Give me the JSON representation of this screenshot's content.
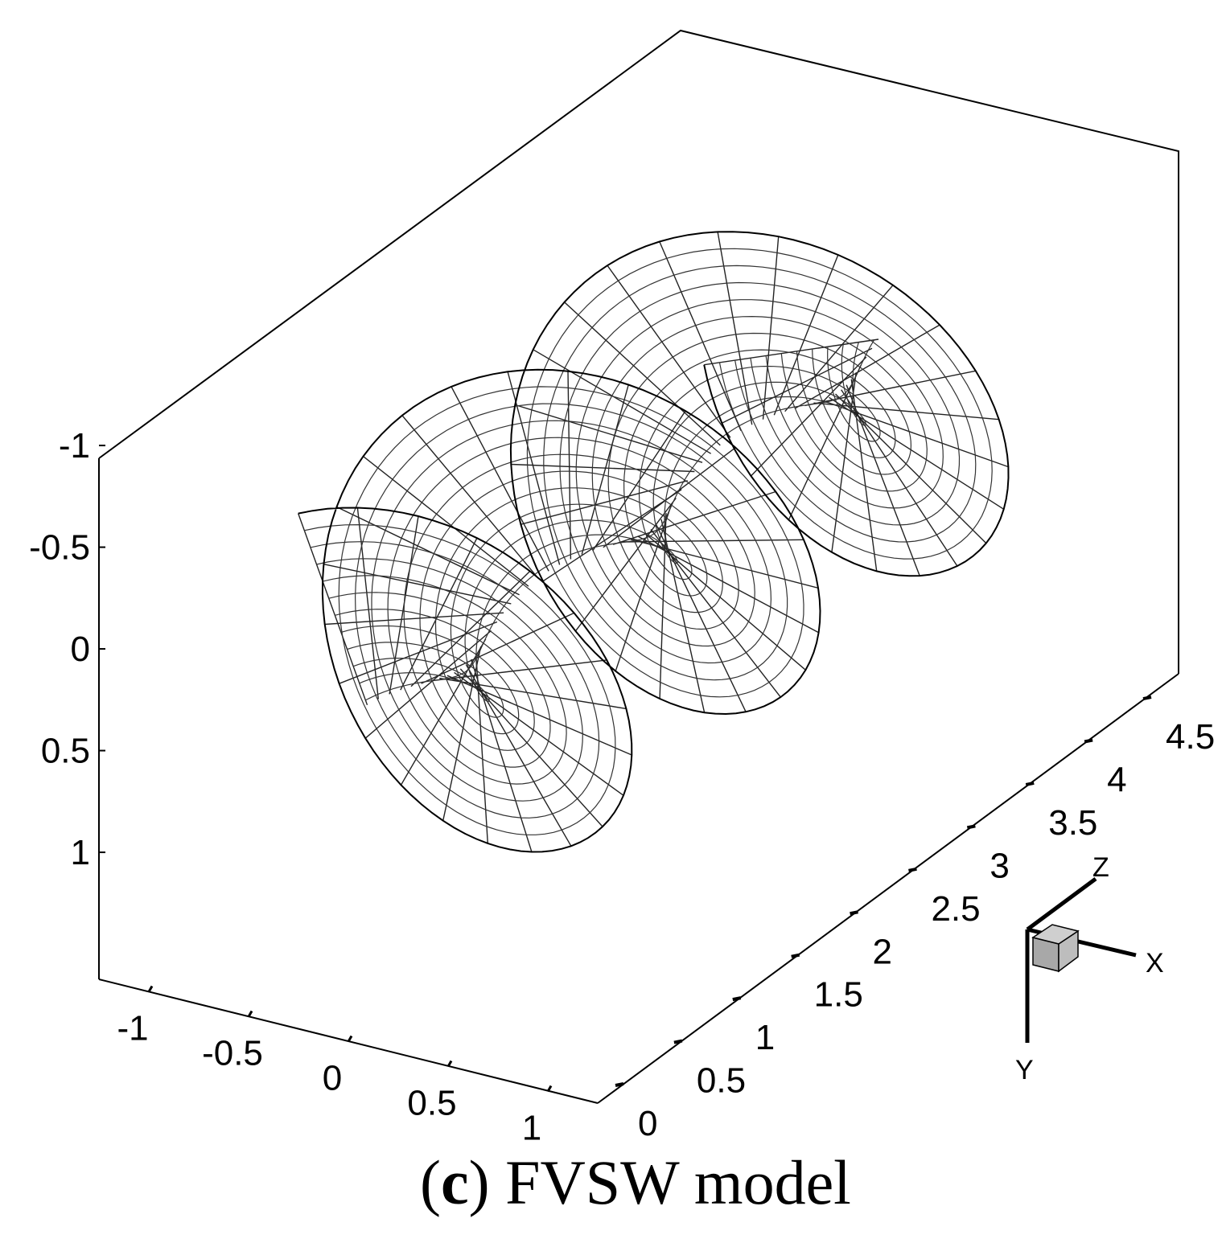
{
  "caption": {
    "open": "(",
    "letter": "c",
    "close": ")",
    "text": " FVSW model"
  },
  "chart_data": {
    "type": "surface3d",
    "title": "",
    "y_axis": {
      "ticks": [
        "-1",
        "-0.5",
        "0",
        "0.5",
        "1"
      ],
      "range": [
        -1.2,
        1.25
      ],
      "reversed": true
    },
    "x_axis": {
      "ticks": [
        "-1",
        "-0.5",
        "0",
        "0.5",
        "1"
      ],
      "range": [
        -1.2,
        1.25
      ]
    },
    "z_axis": {
      "ticks": [
        "0",
        "0.5",
        "1",
        "1.5",
        "2",
        "2.5",
        "3",
        "3.5",
        "4",
        "4.5"
      ],
      "range": [
        0,
        4.7
      ]
    },
    "surface": {
      "description": "helical vortex sheet wake (mesh)",
      "radius": 1.0,
      "turns": 2.75
    },
    "orientation_triad": {
      "labels": {
        "x": "X",
        "y": "Y",
        "z": "Z"
      }
    },
    "grid": false,
    "legend": "none"
  }
}
